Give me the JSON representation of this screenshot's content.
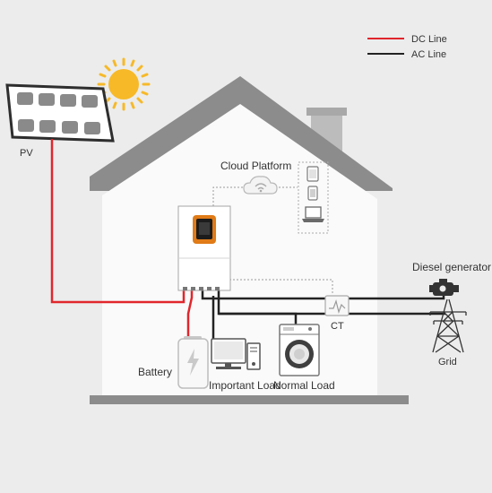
{
  "legend": {
    "dc_line": "DC Line",
    "ac_line": "AC Line"
  },
  "labels": {
    "pv": "PV",
    "cloud_platform": "Cloud Platform",
    "diesel_generator": "Diesel generator",
    "ct": "CT",
    "grid": "Grid",
    "battery": "Battery",
    "important_load": "Important Load",
    "normal_load": "Normal Load"
  },
  "colors": {
    "dc_line": "#e0262b",
    "ac_line": "#222222",
    "house_roof": "#8c8c8c",
    "house_wall": "#fafafa",
    "background": "#ececec",
    "inverter_screen": "#e07b17",
    "sun": "#f7b928"
  },
  "icons": [
    "solar-panel-icon",
    "sun-icon",
    "cloud-wifi-icon",
    "tablet-icon",
    "phone-icon",
    "laptop-icon",
    "inverter-icon",
    "battery-icon",
    "computer-icon",
    "washing-machine-icon",
    "ct-meter-icon",
    "diesel-generator-icon",
    "transmission-tower-icon"
  ]
}
